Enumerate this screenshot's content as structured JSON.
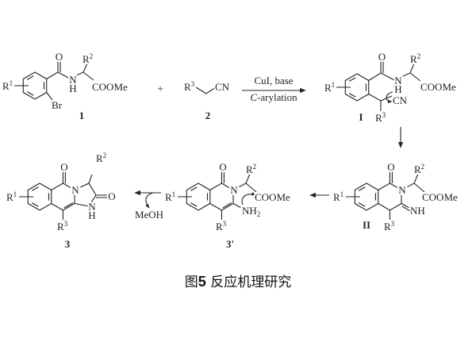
{
  "labels": {
    "R": "R",
    "sup1": "1",
    "sup2": "2",
    "sup3": "3",
    "O": "O",
    "N": "N",
    "H": "H",
    "Br": "Br",
    "COOMe": "COOMe",
    "CN": "CN",
    "NH": "NH",
    "NH2_base": "NH",
    "NH2_sub": "2",
    "plus": "+"
  },
  "compounds": {
    "c1": "1",
    "c2": "2",
    "cI": "I",
    "cII": "II",
    "c3p": "3'",
    "c3": "3"
  },
  "conditions": {
    "step1_top": "CuI, base",
    "step1_bottom_italic": "C",
    "step1_bottom_rest": "-arylation",
    "byproduct": "MeOH"
  },
  "caption": {
    "prefix": "图",
    "number": "5",
    "title": " 反应机理研究"
  }
}
